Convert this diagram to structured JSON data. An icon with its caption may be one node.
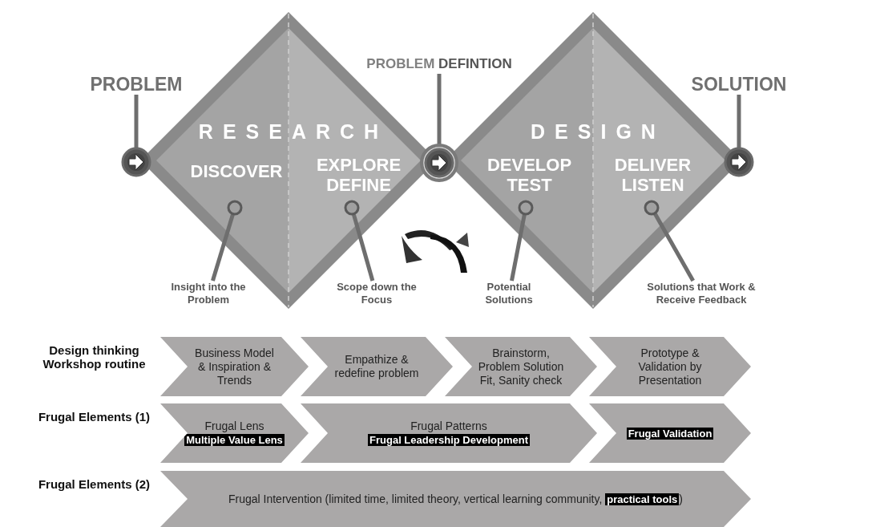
{
  "diagram": {
    "nodes": [
      {
        "text": [
          "RESEARCH"
        ]
      },
      {
        "text": [
          "DISCOVER"
        ],
        "in": 0
      },
      {
        "text": [
          "EXPLORE DEFINE"
        ],
        "in": 0
      },
      {
        "text": [
          "DESIGN"
        ]
      },
      {
        "text": [
          "DEVELOP TEST"
        ],
        "in": 3
      },
      {
        "text": [
          "DELIVER LISTEN"
        ],
        "in": 3
      },
      {
        "text": [
          "PROBLEM"
        ]
      },
      {
        "text": [],
        "shape": "circle"
      },
      {
        "text": [
          "PROBLEM **DEFINTION**"
        ]
      },
      {
        "text": [],
        "shape": "circle"
      },
      {
        "text": [
          "SOLUTION"
        ]
      },
      {
        "text": [],
        "shape": "circle"
      },
      {
        "text": [],
        "shape": "circle",
        "in": 0
      },
      {
        "text": [],
        "shape": "circle",
        "in": 0
      },
      {
        "text": [],
        "shape": "circle",
        "in": 3
      },
      {
        "text": [],
        "shape": "circle",
        "in": 3
      },
      {
        "text": [
          "Insight into the Problem"
        ]
      },
      {
        "text": [
          "Scope down the Focus"
        ]
      },
      {
        "text": [
          "Potential Solutions"
        ]
      },
      {
        "text": [
          "Solutions that Work & Receive Feedback"
        ]
      },
      {
        "text": [
          "Business Model & Inspiration & Trends"
        ]
      },
      {
        "text": [
          "Empathize & redefine problem"
        ]
      },
      {
        "text": [
          "Brainstorm, Problem Solution Fit, Sanity check"
        ]
      },
      {
        "text": [
          "Prototype & Validation by Presentation"
        ]
      },
      {
        "text": [
          "Frugal Lens",
          "Multiple Value Lens"
        ]
      },
      {
        "text": [
          "Frugal Patterns",
          "Frugal Leadership Development"
        ]
      },
      {
        "text": [
          "Frugal Validation"
        ]
      },
      {
        "text": [
          "Frugal Intervention (limited time, limited theory, vertical learning community, **practical tools**)"
        ]
      }
    ],
    "edges": [
      {
        "from": 6,
        "to": 7,
        "arrow": "none"
      },
      {
        "from": 8,
        "to": 9,
        "arrow": "none"
      },
      {
        "from": 10,
        "to": 11,
        "arrow": "none"
      },
      {
        "from": 16,
        "to": 12,
        "arrow": "none"
      },
      {
        "from": 17,
        "to": 13,
        "arrow": "none"
      },
      {
        "from": 18,
        "to": 14,
        "arrow": "none"
      },
      {
        "from": 19,
        "to": 15,
        "arrow": "none"
      }
    ],
    "labels": [
      "Design thinking Workshop routine",
      "Frugal Elements (1)",
      "Frugal Elements (2)"
    ]
  }
}
